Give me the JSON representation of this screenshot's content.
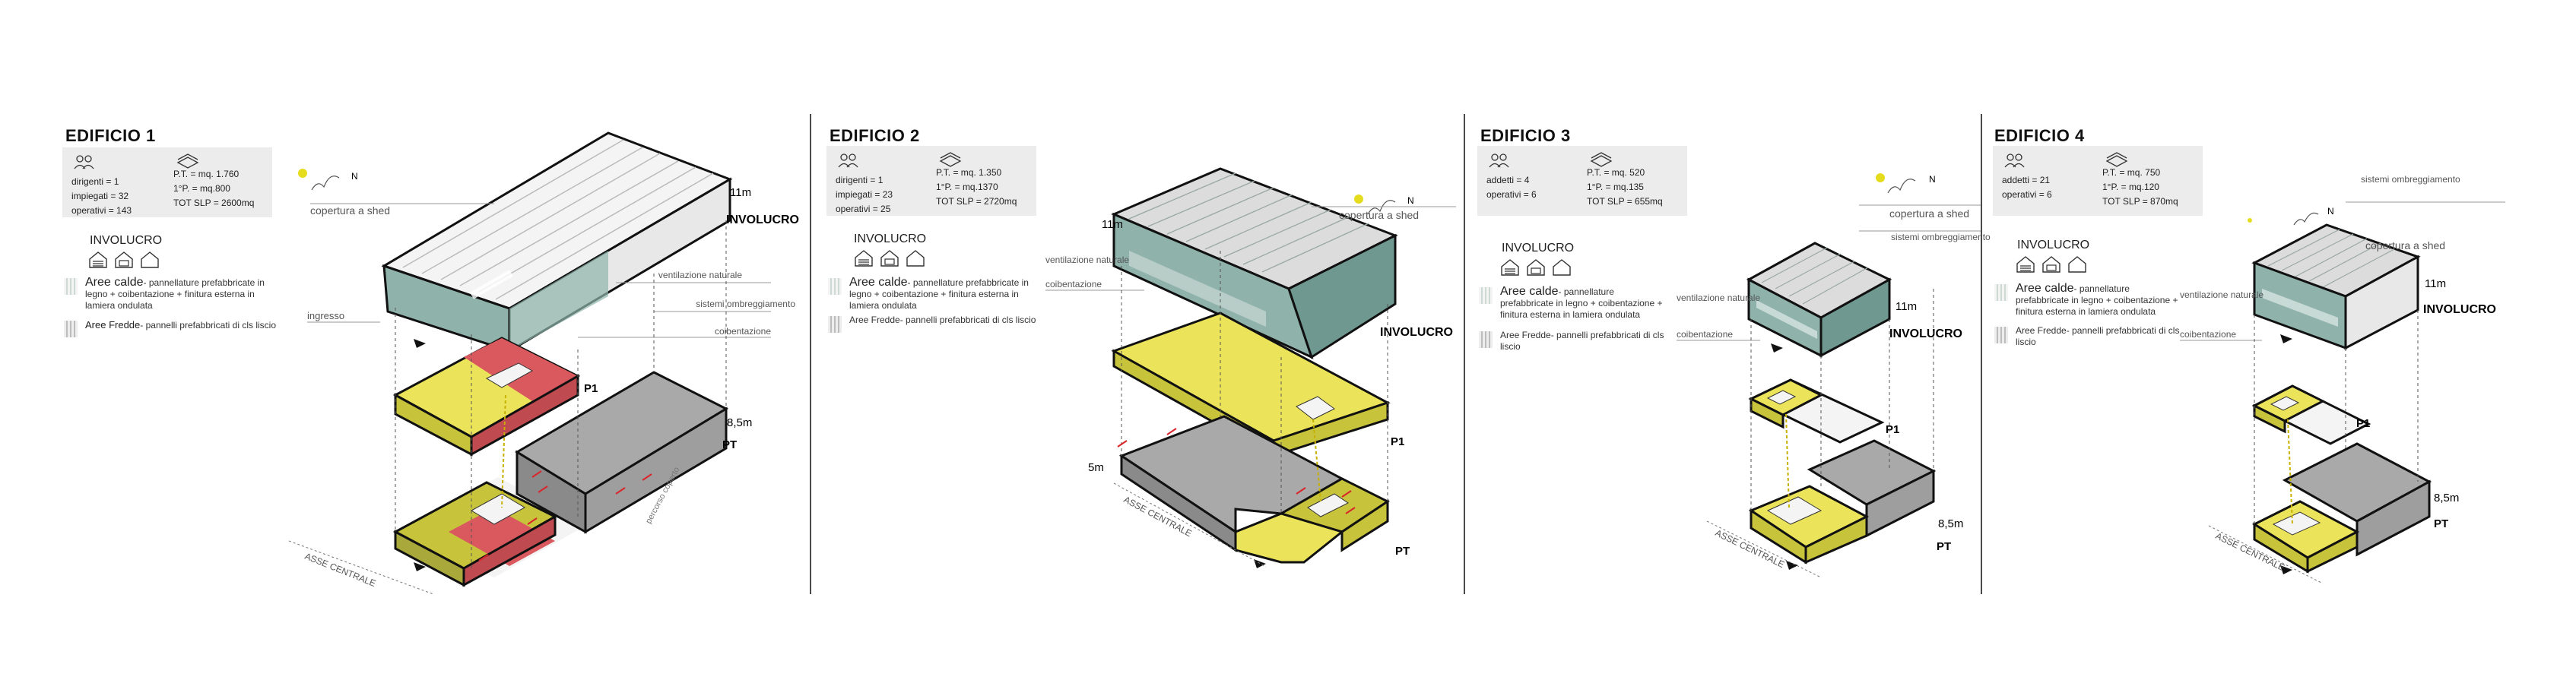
{
  "buildings": [
    {
      "title": "EDIFICIO 1",
      "staff": [
        "dirigenti = 1",
        "impiegati = 32",
        "operativi = 143"
      ],
      "area": [
        "P.T. = mq. 1.760",
        "1°P. = mq.800",
        "TOT SLP = 2600mq"
      ],
      "involucro_title": "INVOLUCRO",
      "warm_heading": "Aree calde",
      "warm_text": "- pannellature prefabbricate in legno + coibentazione + finitura esterna in lamiera ondulata",
      "cold_heading": "Aree Fredde",
      "cold_text": "- pannelli prefabbricati di cls liscio",
      "labels": {
        "roof": "copertura a shed",
        "height": "11m",
        "involucro": "INVOLUCRO",
        "vent": "ventilazione naturale",
        "shading": "sistemi ombreggiamento",
        "insulation": "coibentazione",
        "entrance": "ingresso",
        "p1": "P1",
        "pt": "PT",
        "floor_height": "8,5m",
        "axis": "ASSE CENTRALE",
        "covered_path": "percorso coperto",
        "north": "N"
      }
    },
    {
      "title": "EDIFICIO 2",
      "staff": [
        "dirigenti = 1",
        "impiegati = 23",
        "operativi = 25"
      ],
      "area": [
        "P.T. = mq. 1.350",
        "1°P. = mq.1370",
        "TOT SLP = 2720mq"
      ],
      "involucro_title": "INVOLUCRO",
      "warm_heading": "Aree calde",
      "warm_text": "- pannellature prefabbricate in legno + coibentazione + finitura esterna in lamiera ondulata",
      "cold_heading": "Aree Fredde",
      "cold_text": "- pannelli prefabbricati di cls liscio",
      "labels": {
        "roof": "copertura a shed",
        "height": "11m",
        "involucro": "INVOLUCRO",
        "vent": "ventilazione naturale",
        "insulation": "coibentazione",
        "p1": "P1",
        "pt": "PT",
        "floor_height": "5m",
        "axis": "ASSE CENTRALE",
        "north": "N"
      }
    },
    {
      "title": "EDIFICIO 3",
      "staff": [
        "addetti = 4",
        "operativi = 6"
      ],
      "area": [
        "P.T. = mq. 520",
        "1°P. = mq.135",
        "TOT SLP = 655mq"
      ],
      "involucro_title": "INVOLUCRO",
      "warm_heading": "Aree calde",
      "warm_text": "- pannellature prefabbricate in legno + coibentazione + finitura esterna in lamiera ondulata",
      "cold_heading": "Aree Fredde",
      "cold_text": "- pannelli prefabbricati di cls liscio",
      "labels": {
        "roof": "copertura a shed",
        "height": "11m",
        "involucro": "INVOLUCRO",
        "vent": "ventilazione naturale",
        "shading": "sistemi ombreggiamento",
        "insulation": "coibentazione",
        "p1": "P1",
        "pt": "PT",
        "floor_height": "8,5m",
        "axis": "ASSE CENTRALE",
        "north": "N"
      }
    },
    {
      "title": "EDIFICIO 4",
      "staff": [
        "addetti = 21",
        "operativi = 6"
      ],
      "area": [
        "P.T. = mq. 750",
        "1°P. = mq.120",
        "TOT SLP = 870mq"
      ],
      "involucro_title": "INVOLUCRO",
      "warm_heading": "Aree calde",
      "warm_text": "- pannellature prefabbricate in legno + coibentazione + finitura esterna in lamiera ondulata",
      "cold_heading": "Aree Fredde",
      "cold_text": "- pannelli prefabbricati di cls liscio",
      "labels": {
        "roof": "copertura a shed",
        "height": "11m",
        "involucro": "INVOLUCRO",
        "vent": "ventilazione naturale",
        "shading": "sistemi ombreggiamento",
        "insulation": "coibentazione",
        "p1": "P1",
        "pt": "PT",
        "floor_height": "8,5m",
        "axis": "ASSE CENTRALE",
        "north": "N"
      }
    }
  ],
  "colors": {
    "warm": "#ebe45a",
    "warm_dark": "#c7c43c",
    "cold": "#b3b3b3",
    "red": "#d9595f",
    "envelope": "#8fb3ab",
    "envelope_dark": "#6f9890",
    "sun": "#e6dc1e"
  }
}
